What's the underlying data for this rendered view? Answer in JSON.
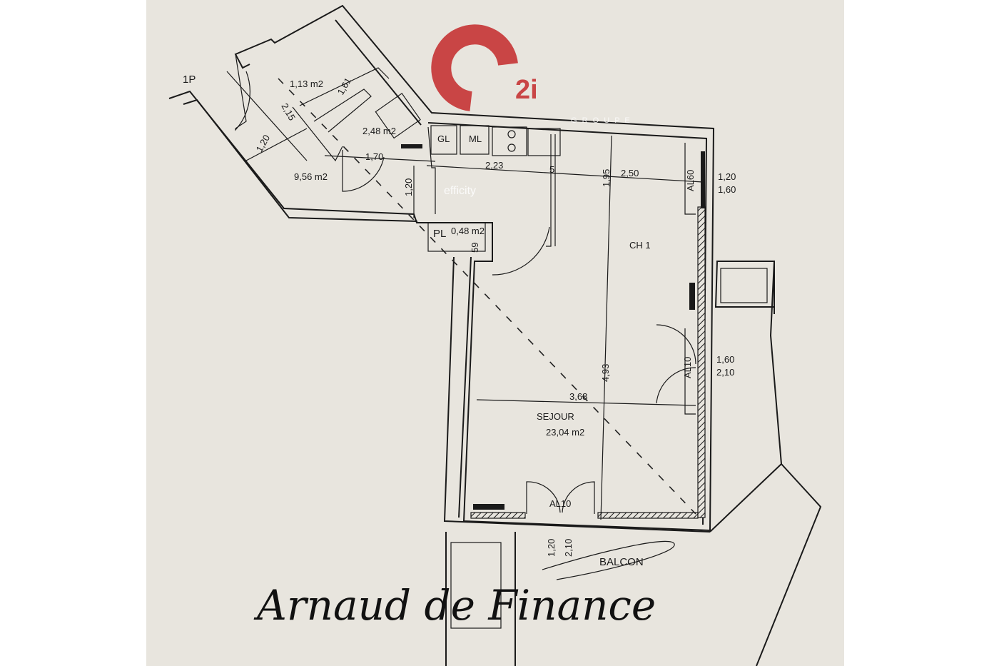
{
  "logo": {
    "text": "2i",
    "brand": "C2i",
    "color": "#c94545"
  },
  "watermark": {
    "groupe": "G R O U P E",
    "effi": "efficity"
  },
  "rooms": {
    "entry_code": "1P",
    "wc_area": "1,13 m2",
    "bath_area": "2,48 m2",
    "entry_area": "9,56 m2",
    "placard_code": "PL",
    "placard_area": "0,48 m2",
    "bedroom": "CH 1",
    "living": "SEJOUR",
    "living_area": "23,04 m2",
    "balcony": "BALCON"
  },
  "appliances": {
    "gl": "GL",
    "ml": "ML"
  },
  "dimensions": {
    "d_2_15": "2,15",
    "d_1_20_a": "1,20",
    "d_1_61": "1,61",
    "d_1_70": "1,70",
    "d_1_20_b": "1,20",
    "d_2_23": "2,23",
    "d_5": "5",
    "d_1_95": "1,95",
    "d_2_50": "2,50",
    "d_4_93": "4,93",
    "d_3_68": "3,68",
    "d_59": "59"
  },
  "openings": {
    "window_ch1_code": "AL60",
    "window_ch1_w": "1,20",
    "window_ch1_h": "1,60",
    "door_ch1_code": "AL10",
    "door_ch1_w": "1,60",
    "door_ch1_h": "2,10",
    "door_sejour_code": "AL10",
    "door_sejour_w": "1,20",
    "door_sejour_h": "2,10"
  },
  "signature": "Arnaud de Finance"
}
